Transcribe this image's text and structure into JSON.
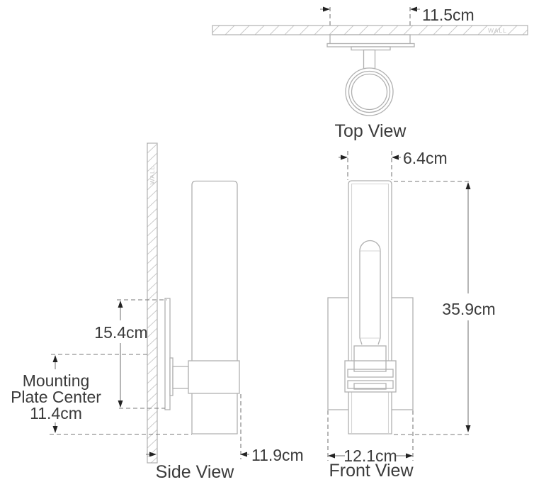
{
  "colors": {
    "line": "#b0b0b0",
    "line-light": "#d4d4d4",
    "hatch": "#c9c9c9",
    "hatch-text": "#c4c4c4",
    "dim": "#7a7a7a",
    "dim-dark": "#222222",
    "text": "#3b3b3b",
    "bg": "#ffffff"
  },
  "top_view": {
    "label": "Top View",
    "wall_label": "WALL",
    "width_dim": "11.5cm"
  },
  "side_view": {
    "label": "Side View",
    "wall_label": "WALL",
    "plate_height_dim": "15.4cm",
    "mounting_line1": "Mounting",
    "mounting_line2": "Plate Center",
    "mounting_line3": "11.4cm",
    "depth_dim": "11.9cm"
  },
  "front_view": {
    "label": "Front View",
    "glass_width_dim": "6.4cm",
    "height_dim": "35.9cm",
    "backplate_width_dim": "12.1cm"
  }
}
